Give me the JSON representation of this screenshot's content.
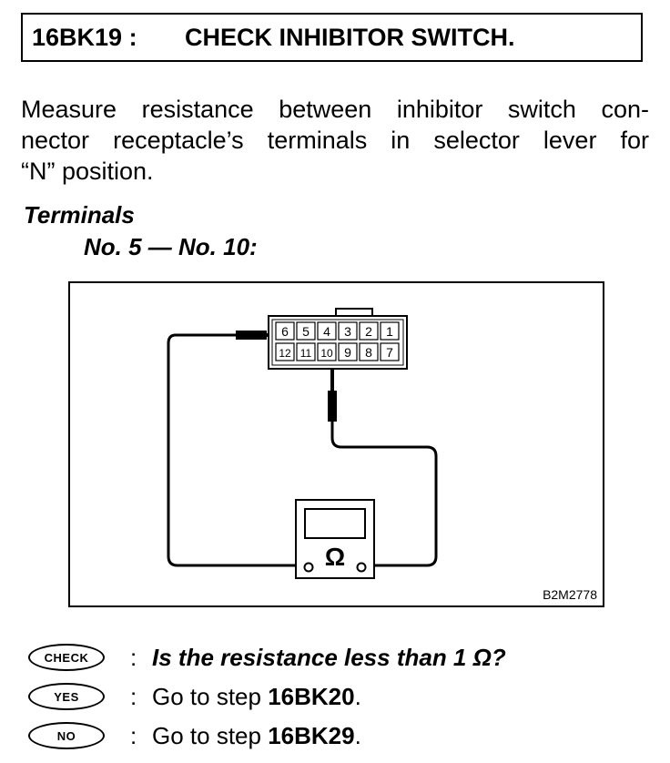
{
  "header": {
    "code": "16BK19 :",
    "title": "CHECK INHIBITOR SWITCH."
  },
  "description": {
    "line1": "Measure resistance between inhibitor switch con-",
    "line2": "nector receptacle’s terminals in selector lever for",
    "line3": "“N” position."
  },
  "terminals": {
    "label": "Terminals",
    "value": "No. 5 — No. 10:"
  },
  "figure": {
    "code": "B2M2778",
    "connector_top_row": [
      "6",
      "5",
      "4",
      "3",
      "2",
      "1"
    ],
    "connector_bottom_row": [
      "12",
      "11",
      "10",
      "9",
      "8",
      "7"
    ],
    "meter_symbol": "Ω"
  },
  "check": {
    "badge": "CHECK",
    "separator": ":",
    "question": "Is the resistance less than 1 Ω?"
  },
  "yes": {
    "badge": "YES",
    "separator": ":",
    "text": "Go to step ",
    "step": "16BK20",
    "end": "."
  },
  "no": {
    "badge": "NO",
    "separator": ":",
    "text": "Go to step ",
    "step": "16BK29",
    "end": "."
  }
}
